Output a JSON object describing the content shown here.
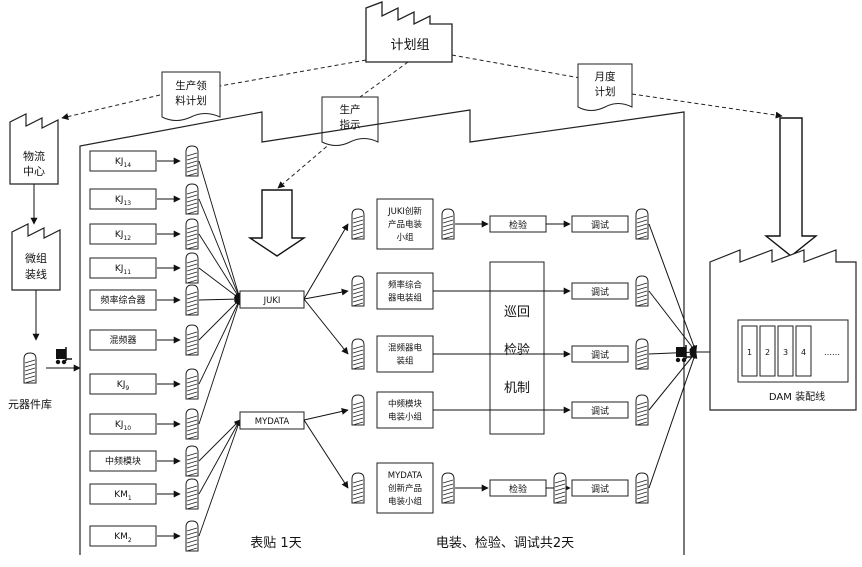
{
  "planning_group": "计划组",
  "docs": {
    "material_plan": [
      "生产领",
      "料计划"
    ],
    "production_order": [
      "生产",
      "指示"
    ],
    "monthly_plan": [
      "月度",
      "计划"
    ]
  },
  "logistics_center": [
    "物流",
    "中心"
  ],
  "micro_assembly": [
    "微组",
    "装线"
  ],
  "parts_warehouse": "元器件库",
  "smt_items": [
    {
      "base": "KJ",
      "sub": "14"
    },
    {
      "base": "KJ",
      "sub": "13"
    },
    {
      "base": "KJ",
      "sub": "12"
    },
    {
      "base": "KJ",
      "sub": "11"
    },
    {
      "base": "频率综合器",
      "sub": ""
    },
    {
      "base": "混频器",
      "sub": ""
    },
    {
      "base": "KJ",
      "sub": "9"
    },
    {
      "base": "KJ",
      "sub": "10"
    },
    {
      "base": "中频模块",
      "sub": ""
    },
    {
      "base": "KM",
      "sub": "1"
    },
    {
      "base": "KM",
      "sub": "2"
    }
  ],
  "machines": {
    "juki": "JUKI",
    "mydata": "MYDATA"
  },
  "groups": [
    [
      "JUKI创新",
      "产品电装",
      "小组"
    ],
    [
      "频率综合",
      "器电装组"
    ],
    [
      "混频器电",
      "装组"
    ],
    [
      "中频模块",
      "电装小组"
    ],
    [
      "MYDATA",
      "创新产品",
      "电装小组"
    ]
  ],
  "inspection_label": "检验",
  "debug_label": "调试",
  "patrol": [
    "巡回",
    "检验",
    "机制"
  ],
  "dam_slots": [
    "1",
    "2",
    "3",
    "4",
    "……"
  ],
  "dam_label": "DAM   装配线",
  "footer": {
    "smt_time": "表贴 1天",
    "assembly_time": "电装、检验、调试共2天"
  }
}
